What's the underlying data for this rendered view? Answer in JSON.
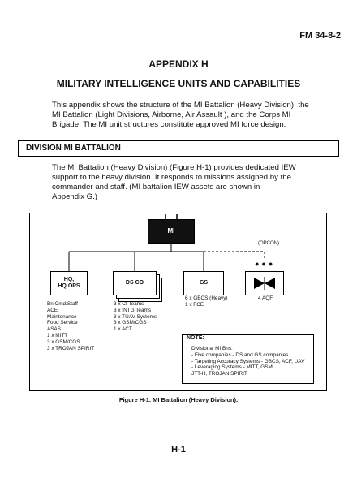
{
  "header": {
    "doc_id": "FM 34-8-2"
  },
  "appendix_title": "APPENDIX H",
  "main_title": "MILITARY INTELLIGENCE UNITS AND CAPABILITIES",
  "intro_lines": [
    "This appendix shows the structure of the MI Battalion (Heavy Division), the",
    "MI Battalion (Light Divisions, Airborne, Air Assault ), and the Corps MI",
    "Brigade.  The MI unit structures constitute approved MI force design."
  ],
  "section_title": "DIVISION MI BATTALION",
  "section_lines": [
    "The MI Battalion (Heavy Division) (Figure H-1) provides dedicated IEW",
    "support to the heavy division.  It responds to missions assigned by the",
    "commander and staff.  (MI battalion IEW assets are shown in",
    "Appendix G.)"
  ],
  "figure": {
    "top_unit": "MI",
    "opcon": "(OPCON)",
    "dots": "●●●",
    "units": {
      "hq": {
        "label_1": "HQ,",
        "label_2": "HQ OPS"
      },
      "ds": {
        "label": "DS CO"
      },
      "gs": {
        "label": "GS"
      }
    },
    "hq_assets": [
      "Bn Cmd/Staff",
      "ACE",
      "Maintenance",
      "Food Service",
      "ASAS",
      "  1 x MITT",
      "  3 x GSM/CGS",
      "  3 x TROJAN SPIRIT"
    ],
    "ds_assets": [
      "3 x CI Teams",
      "3 x INTG Teams",
      "3 x TUAV Systems",
      "3 x GSM/CGS",
      "1 x ACT"
    ],
    "gs_assets": [
      "6 x GBCS (Heavy)",
      "1 x FCE"
    ],
    "aqf_assets": [
      "4 AQF"
    ],
    "note": {
      "title": "NOTE:",
      "lines": [
        "Divisional MI Bns:",
        "- Five companies - DS and GS companies",
        "- Targeting Accuracy Systems - GBCS, ACF, UAV",
        "- Leveraging Systems - MITT, GSM,",
        "      JTT-H, TROJAN SPIRIT"
      ]
    },
    "caption": "Figure H-1.  MI Battalion (Heavy Division)."
  },
  "page_number": "H-1"
}
